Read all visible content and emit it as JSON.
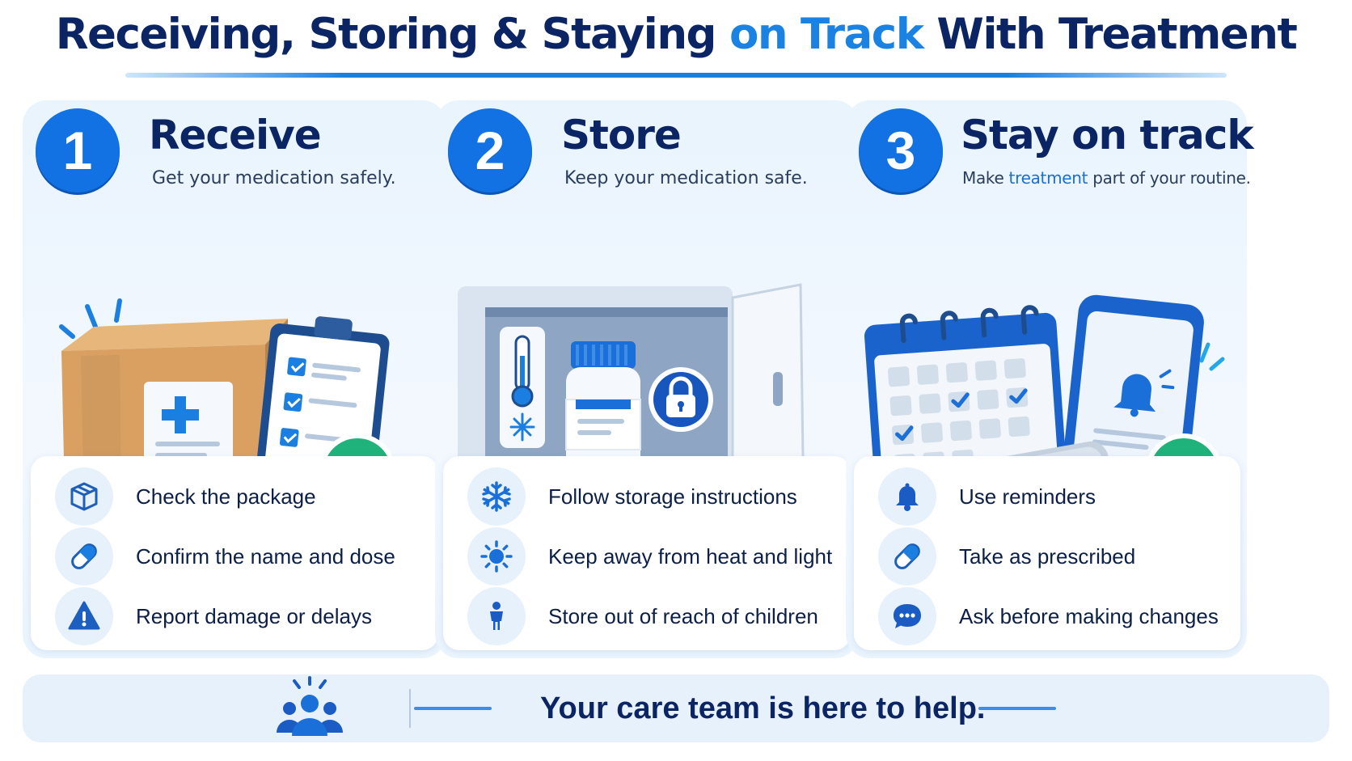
{
  "title": {
    "part1": "Receiving, Storing & Staying ",
    "accent": "on Track",
    "part2": " With Treatment"
  },
  "steps": [
    {
      "number": "1",
      "title": "Receive",
      "subtitle": "Get your medication safely.",
      "illustration": [
        "shipping-box-icon",
        "clipboard-checklist-icon",
        "check-circle-icon"
      ],
      "items": [
        {
          "icon": "package-icon",
          "label": "Check the package"
        },
        {
          "icon": "pill-icon",
          "label": "Confirm the name and dose"
        },
        {
          "icon": "warning-icon",
          "label": "Report damage or delays"
        }
      ]
    },
    {
      "number": "2",
      "title": "Store",
      "subtitle": "Keep your medication safe.",
      "illustration": [
        "cabinet-icon",
        "thermometer-icon",
        "medicine-bottle-icon",
        "lock-icon"
      ],
      "items": [
        {
          "icon": "snowflake-icon",
          "label": "Follow storage instructions"
        },
        {
          "icon": "sun-icon",
          "label": "Keep away from heat and light"
        },
        {
          "icon": "child-icon",
          "label": "Store out of reach of children"
        }
      ]
    },
    {
      "number": "3",
      "title": "Stay on track",
      "subtitle_pre": "Make ",
      "subtitle_hl": "treatment",
      "subtitle_post": " part of your routine.",
      "illustration": [
        "calendar-icon",
        "phone-reminder-icon",
        "pill-blister-icon",
        "check-circle-icon"
      ],
      "items": [
        {
          "icon": "bell-icon",
          "label": "Use reminders"
        },
        {
          "icon": "pill-icon",
          "label": "Take as prescribed"
        },
        {
          "icon": "chat-icon",
          "label": "Ask before making changes"
        }
      ]
    }
  ],
  "footer": {
    "icon": "care-team-icon",
    "message": "Your care team is here to help."
  },
  "colors": {
    "primary": "#1271e3",
    "navy": "#0b2463",
    "accent": "#1a82e2",
    "success": "#1fb27a",
    "card_bg": "#e9f4fd"
  }
}
